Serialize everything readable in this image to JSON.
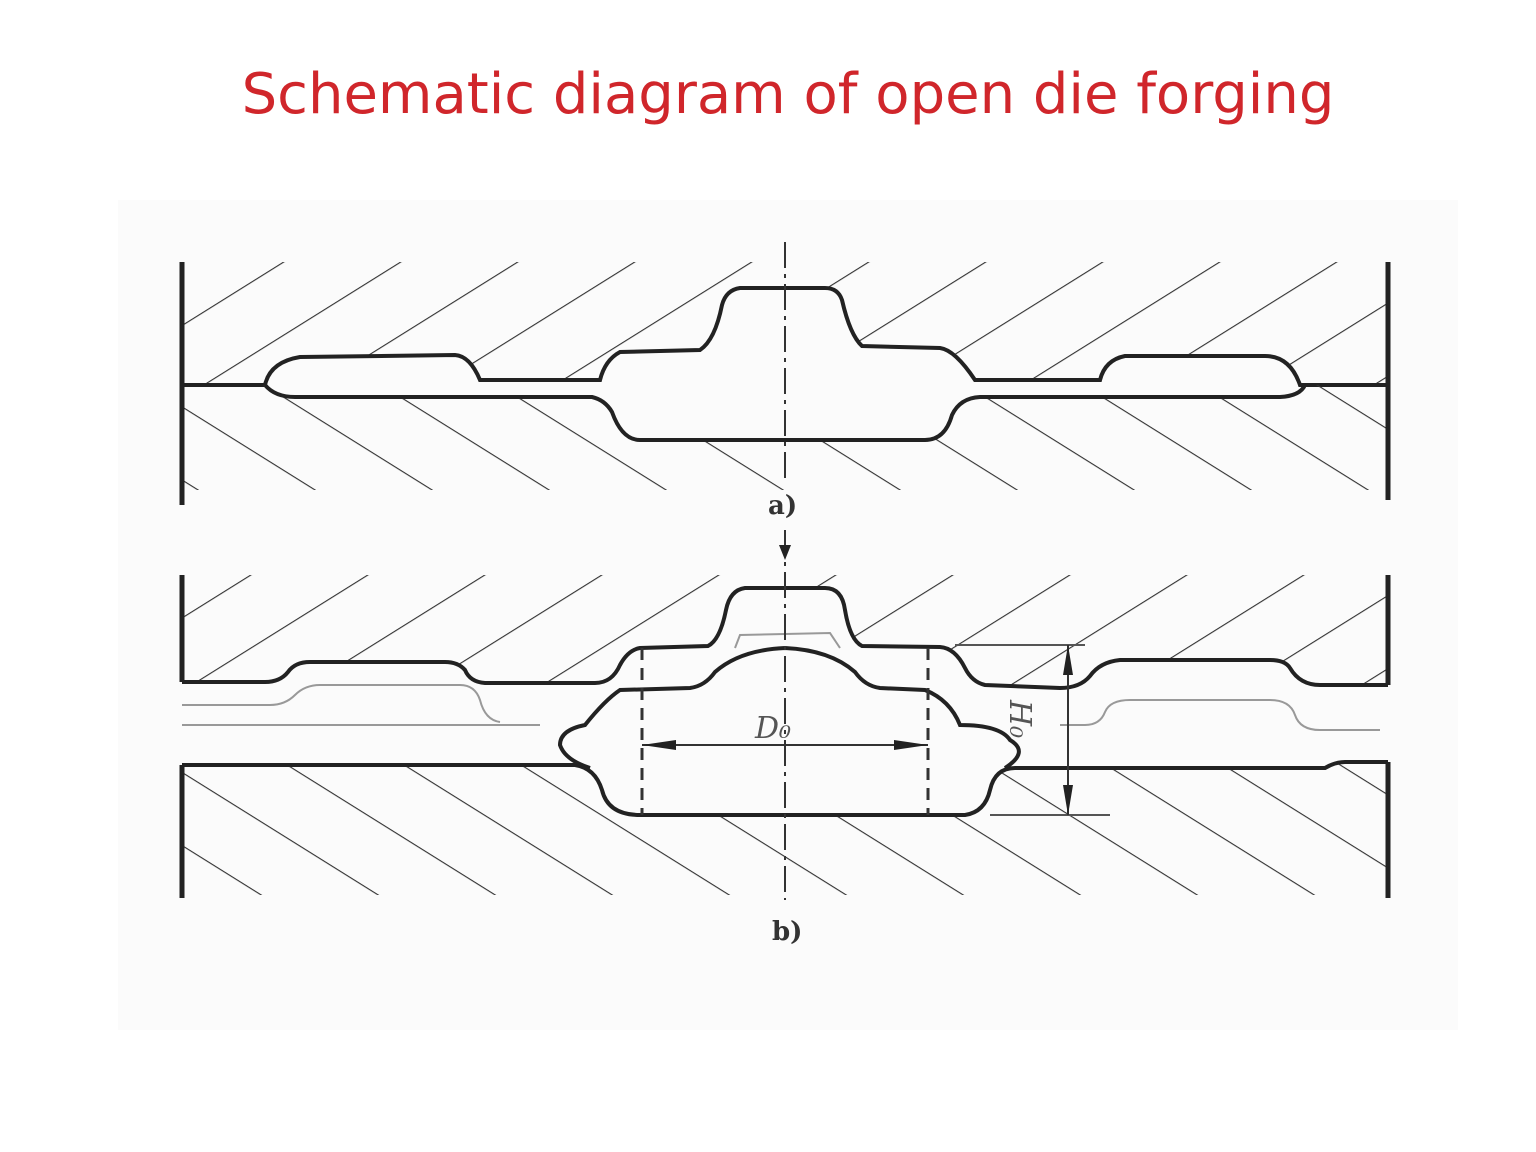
{
  "title": "Schematic diagram of open die forging",
  "figure": {
    "panel_a_label": "a)",
    "panel_b_label": "b)",
    "diameter_label": "D₀",
    "height_label": "H₀"
  },
  "colors": {
    "title": "#d0262b",
    "line": "#222222"
  }
}
